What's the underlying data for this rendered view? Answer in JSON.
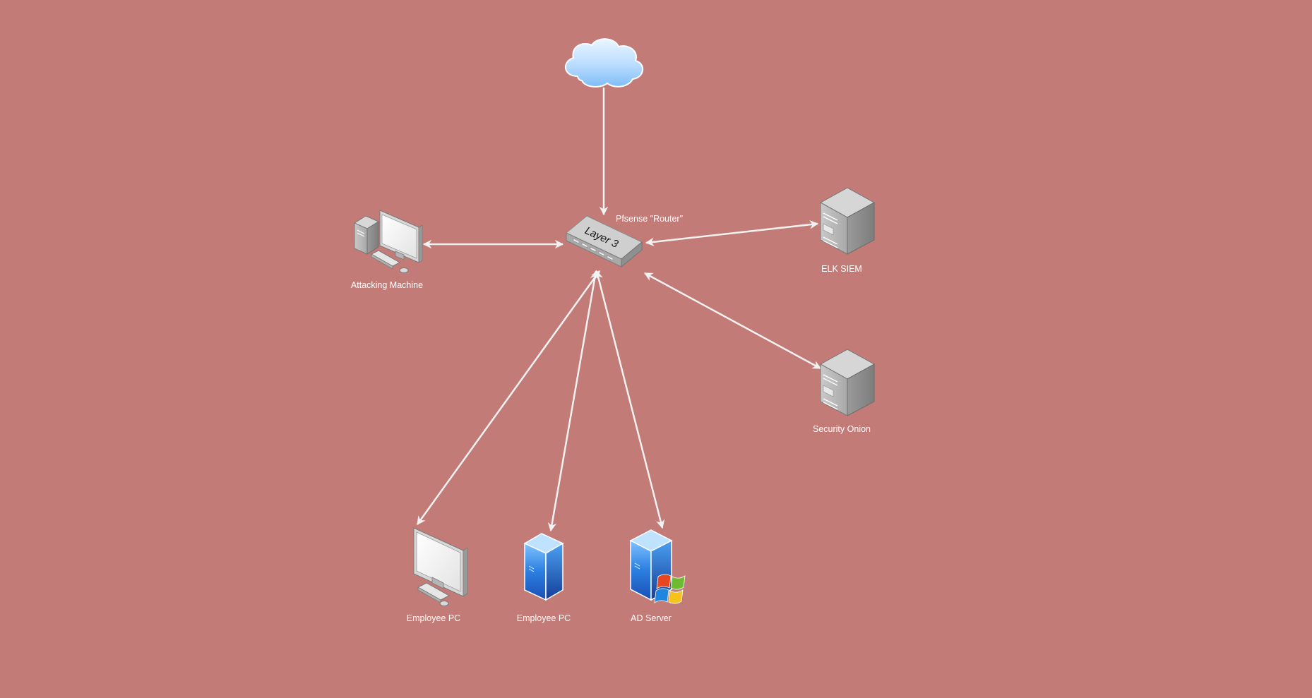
{
  "colors": {
    "background": "#c27b76",
    "edge": "#f2f2f2",
    "label": "#ffffff"
  },
  "nodes": {
    "internet": {
      "icon": "cloud-icon",
      "label": ""
    },
    "router": {
      "icon": "layer3-switch-icon",
      "device_text": "Layer 3",
      "label": "Pfsense \"Router\""
    },
    "attacker": {
      "icon": "desktop-pc-icon",
      "label": "Attacking Machine"
    },
    "elk": {
      "icon": "tower-server-icon",
      "label": "ELK SIEM"
    },
    "onion": {
      "icon": "tower-server-icon",
      "label": "Security Onion"
    },
    "employee_pc_1": {
      "icon": "monitor-workstation-icon",
      "label": "Employee PC"
    },
    "employee_pc_2": {
      "icon": "blue-server-icon",
      "label": "Employee PC"
    },
    "ad_server": {
      "icon": "windows-server-icon",
      "label": "AD Server"
    }
  },
  "edges": [
    {
      "from": "internet",
      "to": "router",
      "direction": "to-target"
    },
    {
      "from": "attacker",
      "to": "router",
      "direction": "both"
    },
    {
      "from": "router",
      "to": "elk",
      "direction": "both"
    },
    {
      "from": "router",
      "to": "onion",
      "direction": "both"
    },
    {
      "from": "router",
      "to": "employee_pc_1",
      "direction": "both"
    },
    {
      "from": "router",
      "to": "employee_pc_2",
      "direction": "both"
    },
    {
      "from": "router",
      "to": "ad_server",
      "direction": "both"
    }
  ]
}
